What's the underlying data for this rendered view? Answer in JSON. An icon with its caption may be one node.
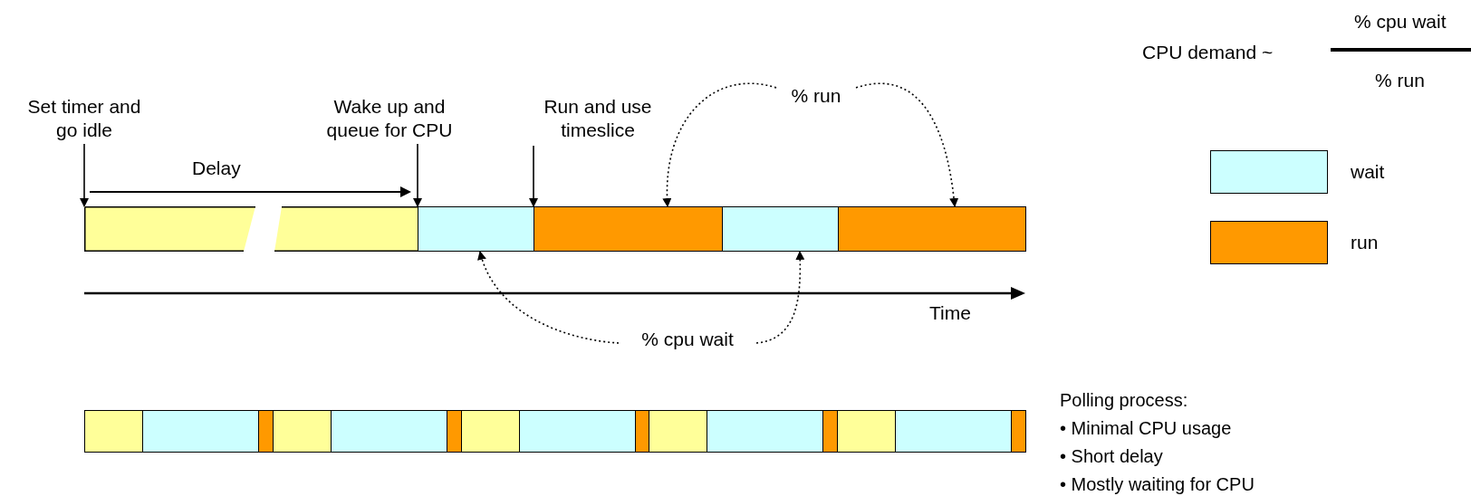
{
  "diagram": {
    "nodes": [
      {
        "text": [
          "Set timer and go idle"
        ]
      },
      {
        "text": [
          "Wake up and queue for CPU"
        ]
      },
      {
        "text": [
          "Run and use timeslice"
        ]
      },
      {
        "text": [
          "% run"
        ]
      },
      {
        "text": [
          "% cpu wait"
        ]
      },
      {
        "text": [],
        "shape": "bar"
      },
      {
        "text": [],
        "shape": "bar"
      },
      {
        "text": [],
        "shape": "bar"
      },
      {
        "text": [],
        "shape": "bar"
      },
      {
        "text": [],
        "shape": "bar"
      },
      {
        "text": [],
        "shape": "bar"
      },
      {
        "text": [],
        "shape": "bar"
      },
      {
        "text": [],
        "shape": "bar"
      },
      {
        "text": [],
        "shape": "bar"
      },
      {
        "text": [],
        "shape": "bar"
      },
      {
        "text": [],
        "shape": "bar"
      },
      {
        "text": [],
        "shape": "bar"
      },
      {
        "text": [],
        "shape": "bar"
      },
      {
        "text": [],
        "shape": "bar"
      },
      {
        "text": [],
        "shape": "bar"
      },
      {
        "text": [],
        "shape": "bar"
      },
      {
        "text": [],
        "shape": "bar"
      },
      {
        "text": [],
        "shape": "bar"
      },
      {
        "text": [],
        "shape": "bar"
      },
      {
        "text": [],
        "shape": "bar"
      }
    ],
    "edges": [
      {
        "from": 0,
        "to": 5,
        "arrow": "to"
      },
      {
        "from": 1,
        "to": 6,
        "arrow": "to"
      },
      {
        "from": 2,
        "to": 7,
        "arrow": "to"
      },
      {
        "from": 3,
        "to": 7,
        "arrow": "to",
        "style": "dashed"
      },
      {
        "from": 3,
        "to": 9,
        "arrow": "to",
        "style": "dashed"
      },
      {
        "from": 4,
        "to": 6,
        "arrow": "to",
        "style": "dashed"
      },
      {
        "from": 4,
        "to": 8,
        "arrow": "to",
        "style": "dashed"
      }
    ],
    "labels": [
      "% cpu wait",
      "CPU demand ~",
      "% run",
      "Delay",
      "Time",
      "Polling process:",
      "• Minimal CPU usage",
      "• Short delay",
      "• Mostly waiting for CPU"
    ],
    "legend": [
      {
        "text": "wait",
        "color": "#ccffff"
      },
      {
        "text": "run",
        "color": "#ff9900"
      }
    ]
  }
}
